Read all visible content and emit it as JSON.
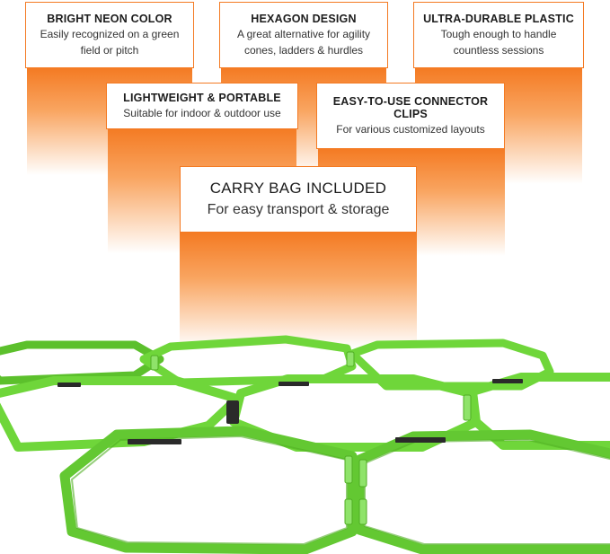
{
  "features": [
    {
      "title": "BRIGHT NEON COLOR",
      "desc_line1": "Easily recognized on a green",
      "desc_line2": "field or pitch"
    },
    {
      "title": "HEXAGON DESIGN",
      "desc_line1": "A great alternative for agility",
      "desc_line2": "cones, ladders & hurdles"
    },
    {
      "title": "ULTRA-DURABLE PLASTIC",
      "desc_line1": "Tough enough to handle",
      "desc_line2": "countless sessions"
    },
    {
      "title": "LIGHTWEIGHT & PORTABLE",
      "desc_line1": "Suitable for indoor & outdoor use",
      "desc_line2": ""
    },
    {
      "title": "EASY-TO-USE CONNECTOR CLIPS",
      "desc_line1": "For various customized layouts",
      "desc_line2": ""
    },
    {
      "title": "CARRY BAG INCLUDED",
      "desc_line1": "For easy transport & storage",
      "desc_line2": ""
    }
  ],
  "colors": {
    "accent": "#f47a22",
    "hex_green": "#6fd63a",
    "hex_green_dark": "#4fae22",
    "clip": "#2a2a2a"
  }
}
